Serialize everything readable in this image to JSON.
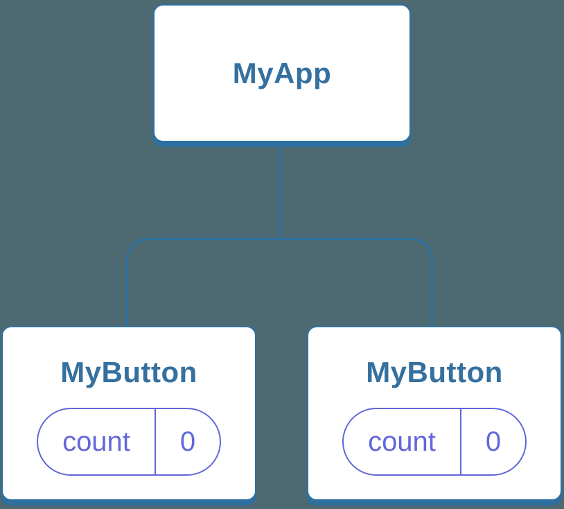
{
  "colors": {
    "background": "#4d6972",
    "connector_blue": "#2e72a3",
    "node_border_blue": "#2e72a3",
    "node_shadow_blue": "#2d6f9f",
    "node_title_blue": "#35709f",
    "state_purple": "#6166d9",
    "node_background": "#ffffff"
  },
  "tree": {
    "root": {
      "label": "MyApp"
    },
    "children": [
      {
        "label": "MyButton",
        "state": {
          "name": "count",
          "value": "0"
        }
      },
      {
        "label": "MyButton",
        "state": {
          "name": "count",
          "value": "0"
        }
      }
    ]
  }
}
